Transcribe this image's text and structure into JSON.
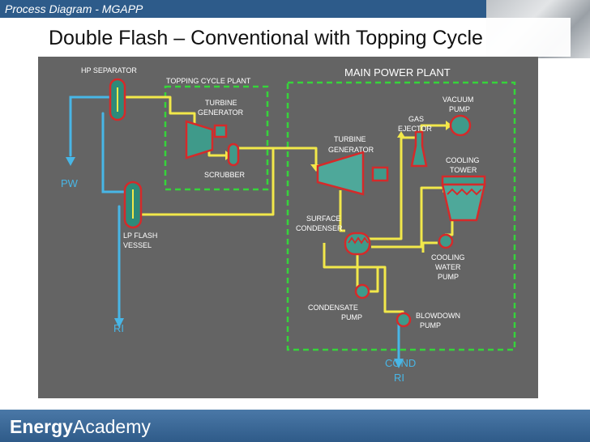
{
  "slide": {
    "tag": "Process Diagram - MGAPP",
    "title": "Double Flash – Conventional with Topping Cycle"
  },
  "brand": {
    "bold": "Energy",
    "light": "Academy"
  },
  "colors": {
    "steam": "#f2e84a",
    "brine": "#48b6e6",
    "equipment_fill": "#3f9a8a",
    "equipment_outline": "#d52a2a",
    "zone_outline": "#36d43a",
    "label_text": "#ffffff",
    "diagram_bg": "#646464"
  },
  "labels": {
    "hp_separator": "HP SEPARATOR",
    "topping_plant": "TOPPING CYCLE PLANT",
    "topping_turbine_l1": "TURBINE",
    "topping_turbine_l2": "GENERATOR",
    "scrubber": "SCRUBBER",
    "main_plant": "MAIN POWER PLANT",
    "vacuum_l1": "VACUUM",
    "vacuum_l2": "PUMP",
    "gas_l1": "GAS",
    "gas_l2": "EJECTOR",
    "main_turbine_l1": "TURBINE",
    "main_turbine_l2": "GENERATOR",
    "cooling_tower_l1": "COOLING",
    "cooling_tower_l2": "TOWER",
    "pw": "PW",
    "surface_l1": "SURFACE",
    "surface_l2": "CONDENSER",
    "lp_l1": "LP FLASH",
    "lp_l2": "VESSEL",
    "cwp_l1": "COOLING",
    "cwp_l2": "WATER",
    "cwp_l3": "PUMP",
    "condensate_l1": "CONDENSATE",
    "condensate_l2": "PUMP",
    "blowdown_l1": "BLOWDOWN",
    "blowdown_l2": "PUMP",
    "ri_left": "RI",
    "cond_l1": "COND",
    "cond_l2": "RI"
  }
}
